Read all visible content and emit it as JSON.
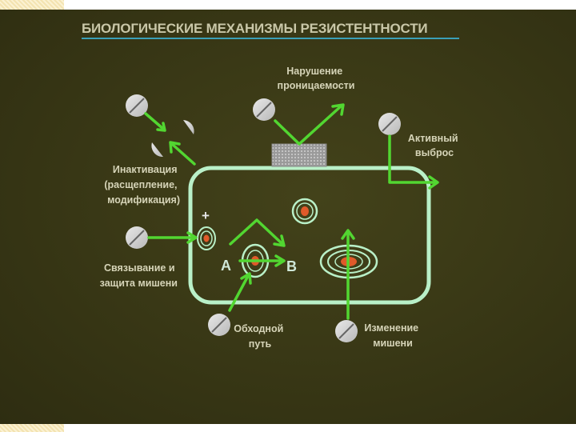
{
  "slide": {
    "title": "БИОЛОГИЧЕСКИЕ МЕХАНИЗМЫ РЕЗИСТЕНТНОСТИ",
    "colors": {
      "background": "#3a3916",
      "cell_outline": "#b9f0c8",
      "arrow": "#52d631",
      "target": "#e05a2a",
      "title_underline": "#3aa0b8"
    }
  },
  "labels": {
    "permeability": [
      "Нарушение",
      "проницаемости"
    ],
    "efflux": [
      "Активный",
      "выброс"
    ],
    "inactivation": [
      "Инактивация",
      "(расщепление,",
      "модификация)"
    ],
    "binding": [
      "Связывание и",
      "защита мишени"
    ],
    "bypass": [
      "Обходной",
      "путь"
    ],
    "target_change": [
      "Изменение",
      "мишени"
    ],
    "plus_sign": "+",
    "point_a": "A",
    "point_b": "B"
  }
}
